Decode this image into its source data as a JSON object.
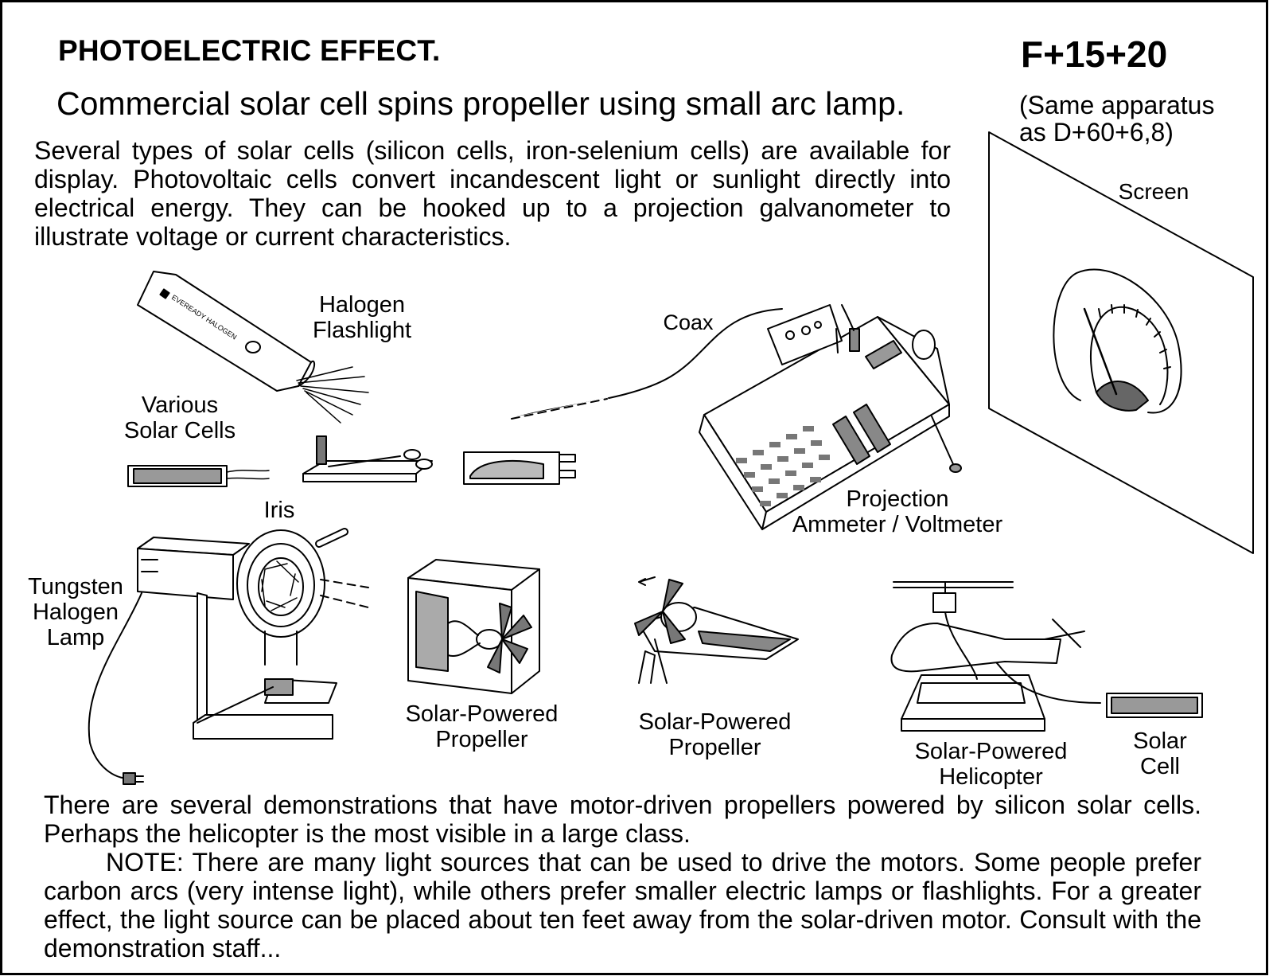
{
  "header": {
    "title": "PHOTOELECTRIC EFFECT.",
    "code": "F+15+20",
    "subtitle": "Commercial solar cell spins propeller using small arc lamp.",
    "note_line1": "(Same apparatus",
    "note_line2": "as D+60+6,8)"
  },
  "intro": "Several types of solar cells (silicon cells, iron-selenium cells) are available for display.  Photovoltaic cells convert incandescent light or sunlight directly into electrical energy.  They can be hooked up to a projection galvanometer to illustrate voltage or current characteristics.",
  "labels": {
    "halogen_flashlight_1": "Halogen",
    "halogen_flashlight_2": "Flashlight",
    "flashlight_brand": "EVEREADY HALOGEN",
    "coax": "Coax",
    "screen": "Screen",
    "various_solar_cells_1": "Various",
    "various_solar_cells_2": "Solar Cells",
    "iris": "Iris",
    "projection_1": "Projection",
    "projection_2": "Ammeter / Voltmeter",
    "tungsten_1": "Tungsten",
    "tungsten_2": "Halogen",
    "tungsten_3": "Lamp",
    "propeller1_1": "Solar-Powered",
    "propeller1_2": "Propeller",
    "propeller2_1": "Solar-Powered",
    "propeller2_2": "Propeller",
    "helicopter_1": "Solar-Powered",
    "helicopter_2": "Helicopter",
    "solar_cell_1": "Solar",
    "solar_cell_2": "Cell"
  },
  "footer": {
    "line1": "There are several  demonstrations that have motor-driven propellers powered by silicon solar cells.  Perhaps the helicopter is the most visible in a large class.",
    "line2": "NOTE: There are many light sources that can be used to drive the motors.  Some people prefer carbon arcs (very intense light), while others prefer smaller electric lamps or flashlights.  For a greater effect, the light source can be placed about ten feet away from the solar-driven motor.  Consult with the demonstration staff..."
  }
}
